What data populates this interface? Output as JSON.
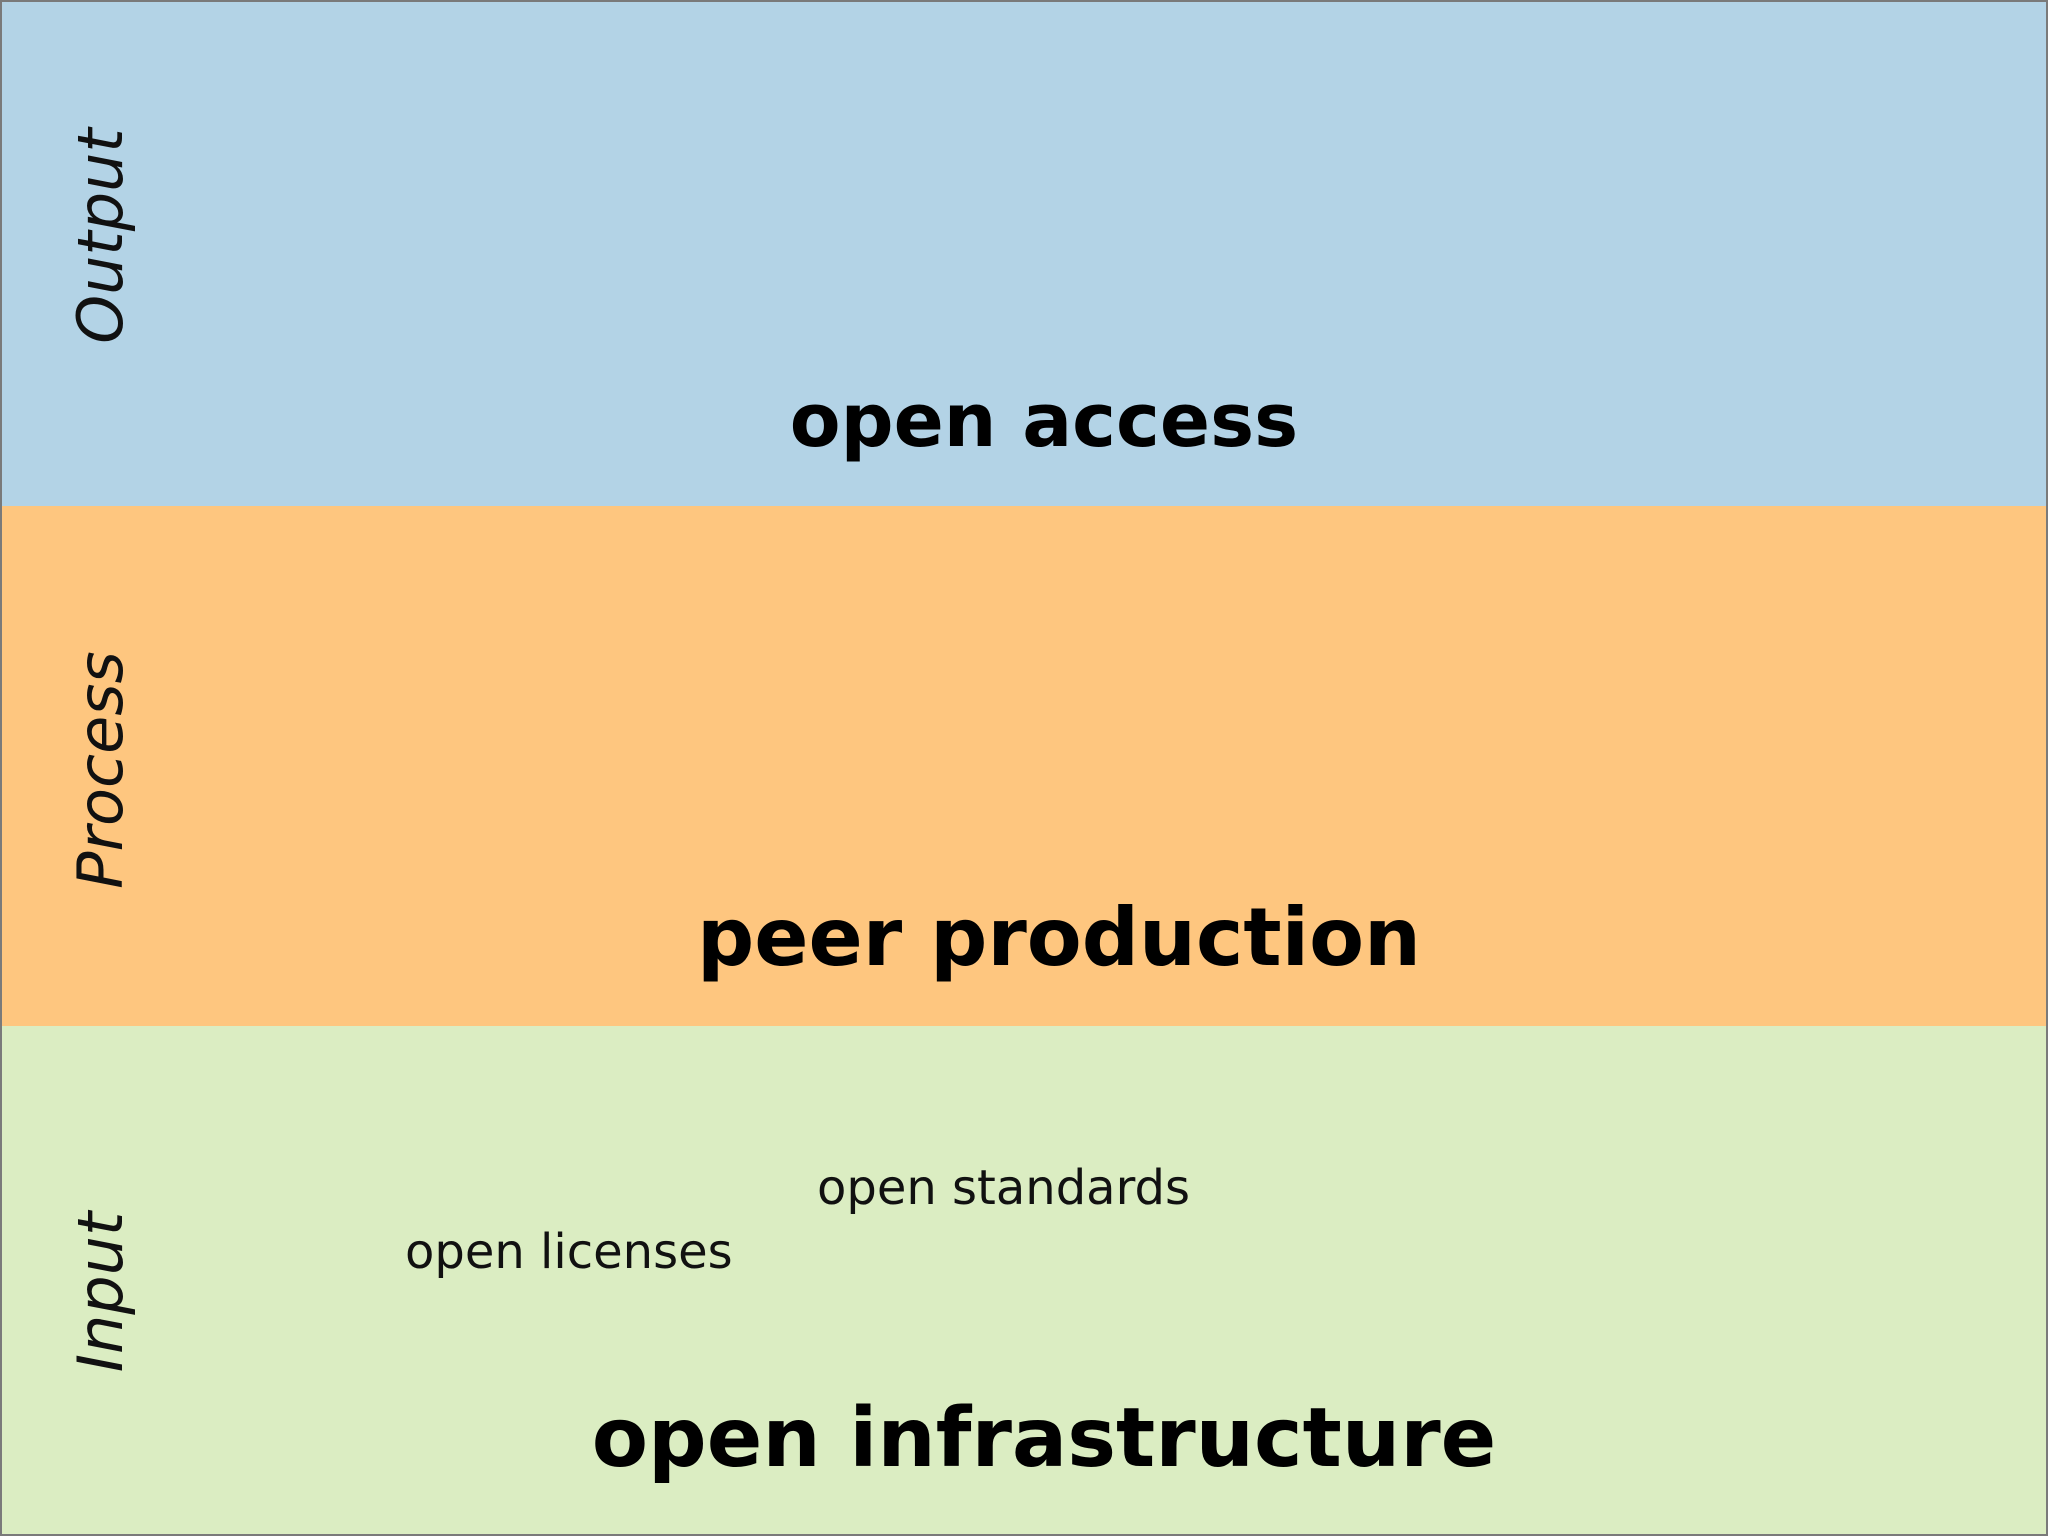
{
  "layers": {
    "output": {
      "side_label": "Output",
      "main_label": "open access",
      "color": "#b3d3e6"
    },
    "process": {
      "side_label": "Process",
      "main_label": "peer production",
      "color": "#fec67f"
    },
    "input": {
      "side_label": "Input",
      "main_label": "open infrastructure",
      "minor_labels": [
        "open standards",
        "open licenses"
      ],
      "color": "#dbedc2"
    }
  }
}
